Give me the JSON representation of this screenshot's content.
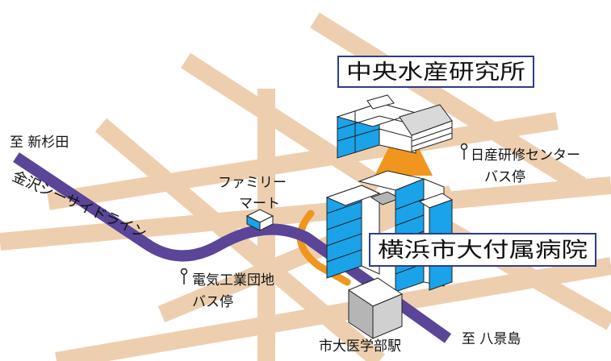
{
  "map": {
    "colors": {
      "road": "#edcfb0",
      "rail": "#5a4599",
      "route": "#f0961e",
      "building_blue": "#1aa3e8",
      "building_white": "#ffffff",
      "building_gray": "#b5b5b5",
      "label_border": "#2f3a8c"
    },
    "labels": {
      "to_shinsugita": "至 新杉田",
      "kanazawa_seaside_line": "金沢シーサイドライン",
      "family_mart_line1": "ファミリー",
      "family_mart_line2": "マート",
      "denki_kogyo_danchi_line1": "電気工業団地",
      "denki_kogyo_danchi_line2": "バス停",
      "nissan_training_center_line1": "日産研修センター",
      "nissan_training_center_line2": "バス停",
      "shidai_igakubu_station": "市大医学部駅",
      "to_hakkeijima": "至 八景島"
    },
    "boxed_labels": {
      "central_fisheries_institute": "中央水産研究所",
      "yokohama_city_univ_hospital": "横浜市大付属病院"
    },
    "icons": {
      "bus_stop": "bus-stop-icon"
    }
  }
}
